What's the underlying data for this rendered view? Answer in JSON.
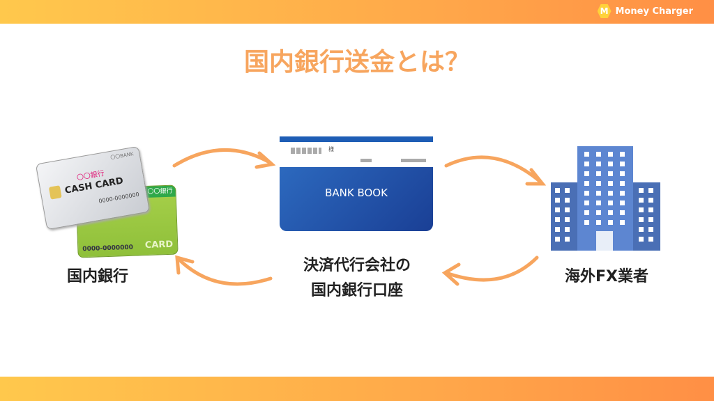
{
  "header": {
    "logo_letter": "M",
    "logo_text": "Money Charger"
  },
  "title": "国内銀行送金とは？",
  "nodes": {
    "domestic_bank": {
      "label": "国内銀行",
      "card_bank": "〇〇銀行",
      "card_bank_back": "〇〇銀行",
      "card_brand": "〇〇BANK",
      "card_text": "CASH CARD",
      "card_number": "0000-0000000",
      "card_text_back": "CARD",
      "card_number_back": "0000-0000000"
    },
    "agent_account": {
      "label_line1": "決済代行会社の",
      "label_line2": "国内銀行口座",
      "book_text": "BANK BOOK",
      "book_sama": "様"
    },
    "overseas_fx": {
      "label": "海外FX業者"
    }
  },
  "colors": {
    "accent": "#f7a55e",
    "bar_left": "#ffc84c",
    "bar_right": "#ff8f45",
    "book": "#1e4fa6"
  }
}
